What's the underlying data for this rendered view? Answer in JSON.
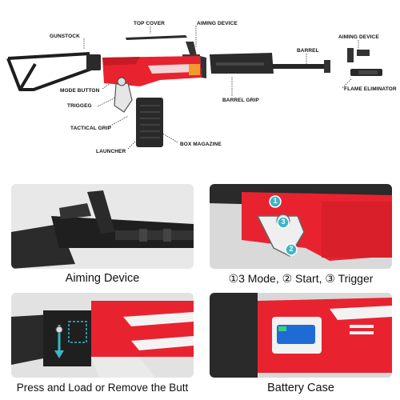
{
  "labels": {
    "gunstock": "GUNSTOCK",
    "top_cover": "TOP COVER",
    "aiming_device": "AIMING DEVICE",
    "barrel": "BARREL",
    "aiming_device_2": "AIMING DEVICE",
    "flame_eliminator": "FLAME ELIMINATOR",
    "mode_button": "MODE BUTTON",
    "trigger": "TRIGGEG",
    "tactical_grip": "TACTICAL GRIP",
    "barrel_grip": "BARREL GRIP",
    "box_magazine": "BOX MAGAZINE",
    "launcher": "LAUNCHER"
  },
  "captions": {
    "aiming_device": "Aiming Device",
    "modes": "①3 Mode, ② Start, ③ Trigger",
    "press_load": "Press and Load or Remove the Butt",
    "battery_case": "Battery Case"
  },
  "markers": [
    "1",
    "2",
    "3"
  ],
  "colors": {
    "red": "#e8232f",
    "dark": "#262626",
    "teal": "#3ab7c8",
    "grey": "#8a8a8a"
  }
}
